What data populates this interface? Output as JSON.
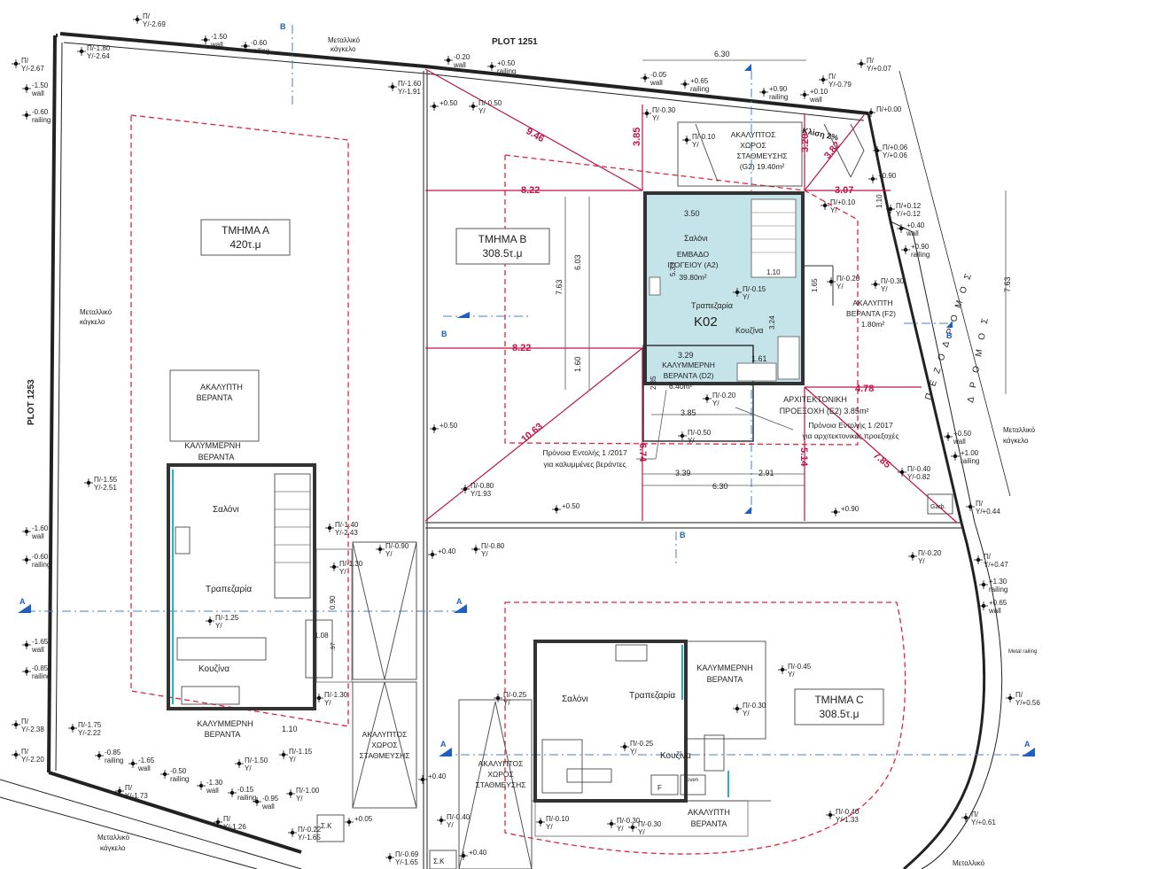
{
  "plots": {
    "north": "PLOT 1251",
    "west": "PLOT 1253"
  },
  "fence": {
    "label_top_line1": "Μεταλλικό",
    "label_top_line2": "κάγκελο",
    "label_left_line1": "Μεταλλικό",
    "label_left_line2": "κάγκελο",
    "label_bottom_line1": "Μεταλλικό",
    "label_bottom_line2": "κάγκελο",
    "label_right_line1": "Μεταλλικό",
    "label_right_line2": "κάγκελο",
    "label_bottom_right": "Μεταλλικό",
    "metal_railing": "Metal railing"
  },
  "street": "Π Ε Ζ Ο Δ Ρ Ο Μ Ο Σ",
  "road": "Δ Ρ Ο Μ Ο Σ",
  "section_marker": {
    "A": "A",
    "B": "B"
  },
  "sections": {
    "a": {
      "name": "ΤΜΗΜΑ Α",
      "area": "420τ.μ"
    },
    "b": {
      "name": "ΤΜΗΜΑ Β",
      "area": "308.5τ.μ"
    },
    "c": {
      "name": "ΤΜΗΜΑ C",
      "area": "308.5τ.μ"
    }
  },
  "k02": {
    "code": "K02",
    "area_l1": "ΕΜΒΑΔΟ",
    "area_l2": "ΙΣΟΓΕΙΟΥ (A2)",
    "area_l3": "39.80m²",
    "salon": "Σαλόνι",
    "dining": "Τραπεζαρία",
    "kitchen": "Κουζίνα",
    "dim_350": "3.50",
    "dim_533": "5.33",
    "dim_110": "1.10",
    "dim_324": "3.24",
    "dim_161": "1.61"
  },
  "rooms": {
    "a_salon": "Σαλόνι",
    "a_dining": "Τραπεζαρία",
    "a_kitchen": "Κουζίνα",
    "c_salon": "Σαλόνι",
    "c_dining": "Τραπεζαρία",
    "c_kitchen": "Κουζίνα",
    "oven": "oven",
    "f": "F"
  },
  "verandas": {
    "open_a_l1": "ΑΚΑΛΥΠΤΗ",
    "open_a_l2": "ΒΕΡΑΝΤΑ",
    "covered_a_l1": "ΚΑΛΥΜΜΕΡΝΗ",
    "covered_a_l2": "ΒΕΡΑΝΤΑ",
    "covered_a2_l1": "ΚΑΛΥΜΜΕΡΝΗ",
    "covered_a2_l2": "ΒΕΡΑΝΤΑ",
    "covered_b_l1": "ΚΑΛΥΜΜΕΡΝΗ",
    "covered_b_l2": "ΒΕΡΑΝΤΑ (D2)",
    "covered_b_l3": "6.40m²",
    "open_b_l1": "ΑΚΑΛΥΠΤΗ",
    "open_b_l2": "ΒΕΡΑΝΤΑ (F2)",
    "open_b_l3": "1.80m²",
    "covered_c_l1": "ΚΑΛΥΜΜΕΡΝΗ",
    "covered_c_l2": "ΒΕΡΑΝΤΑ",
    "open_c_l1": "ΑΚΑΛΥΠΤΗ",
    "open_c_l2": "ΒΕΡΑΝΤΑ"
  },
  "parking": {
    "b_l1": "ΑΚΑΛΥΠΤΟΣ",
    "b_l2": "ΧΩΡΟΣ",
    "b_l3": "ΣΤΑΘΜΕΥΣΗΣ",
    "b_l4": "(G2) 19.40m²",
    "a_l1": "ΑΚΑΛΥΠΤΟΣ",
    "a_l2": "ΧΩΡΟΣ",
    "a_l3": "ΣΤΑΘΜΕΥΣΗΣ",
    "c_l1": "ΑΚΑΛΥΠΤΟΣ",
    "c_l2": "ΧΩΡΟΣ",
    "c_l3": "ΣΤΑΘΜΕΥΣΗΣ"
  },
  "projection": {
    "l1": "ΑΡΧΙΤΕΚΤΟΝΙΚΗ",
    "l2": "ΠΡΟΕΞΟΧΗ  (E2) 3.85m²"
  },
  "notes": {
    "prov_arch_l1": "Πρόνοια Εντολής 1 /2017",
    "prov_arch_l2": "για αρχιτεκτονικές προεξοχές",
    "prov_ver_l1": "Πρόνοια Εντολής 1 /2017",
    "prov_ver_l2": "για καλυμμένες βεράντες"
  },
  "slope": "Κλίση 2%",
  "garbage": "Garb.",
  "sk": "Σ.Κ",
  "dims_red": {
    "d946": "9.46",
    "d385": "3.85",
    "d320": "3.20",
    "d382": "3.82",
    "d307": "3.07",
    "d822a": "8.22",
    "d822b": "8.22",
    "d1063": "10.63",
    "d674": "6.74",
    "d514": "5.14",
    "d478": "4.78",
    "d785": "7.85"
  },
  "dims_gray": {
    "d630a": "6.30",
    "d763a": "7.63",
    "d603": "6.03",
    "d160": "1.60",
    "d329": "3.29",
    "d285": "2.85",
    "d385b": "3.85",
    "d339": "3.39",
    "d291": "2.91",
    "d630b": "6.30",
    "d763b": "7.63",
    "d110": "1.10",
    "d165": "1.65",
    "d110b": "1.10"
  },
  "levels": [
    {
      "t": "Π/",
      "t2": "Υ/-2.69"
    },
    {
      "t": "-1.50",
      "t2": "wall"
    },
    {
      "t": "-0.60",
      "t2": "railing"
    },
    {
      "t": "Π/",
      "t2": "Υ/-2.67"
    },
    {
      "t": "Π/-1.80",
      "t2": "Υ/-2.64"
    },
    {
      "t": "-1.50",
      "t2": "wall"
    },
    {
      "t": "-0.60",
      "t2": "railing"
    },
    {
      "t": "-0.20",
      "t2": "wall"
    },
    {
      "t": "+0.50",
      "t2": "railing"
    },
    {
      "t": "Π/-1.60",
      "t2": "Υ/-1.91"
    },
    {
      "t": "+0.50",
      "t2": ""
    },
    {
      "t": "Π/-0.50",
      "t2": "Υ/"
    },
    {
      "t": "-0.05",
      "t2": "wall"
    },
    {
      "t": "+0.65",
      "t2": "railing"
    },
    {
      "t": "+0.90",
      "t2": "railing"
    },
    {
      "t": "+0.10",
      "t2": "wall"
    },
    {
      "t": "Π/",
      "t2": "Υ/-0.79"
    },
    {
      "t": "Π/",
      "t2": "Υ/+0.07"
    },
    {
      "t": "Π/-0.30",
      "t2": "Υ/"
    },
    {
      "t": "Π/-0.10",
      "t2": "Υ/"
    },
    {
      "t": "Π/+0.00",
      "t2": ""
    },
    {
      "t": "Π/+0.06",
      "t2": "Υ/+0.06"
    },
    {
      "t": "+0.90",
      "t2": ""
    },
    {
      "t": "Π/+0.10",
      "t2": "Υ/"
    },
    {
      "t": "Π/+0.12",
      "t2": "Υ/+0.12"
    },
    {
      "t": "+0.40",
      "t2": "wall"
    },
    {
      "t": "+0.90",
      "t2": "railing"
    },
    {
      "t": "Π/-0.20",
      "t2": "Υ/"
    },
    {
      "t": "Π/-0.30",
      "t2": "Υ/"
    },
    {
      "t": "Π/-0.15",
      "t2": "Υ/"
    },
    {
      "t": "Π/-0.20",
      "t2": "Υ/"
    },
    {
      "t": "Π/-0.50",
      "t2": "Υ/"
    },
    {
      "t": "+0.50",
      "t2": ""
    },
    {
      "t": "Π/-1.55",
      "t2": "Υ/-2.51"
    },
    {
      "t": "Π/-0.80",
      "t2": "Υ/1.93"
    },
    {
      "t": "+0.50",
      "t2": ""
    },
    {
      "t": "+0.90",
      "t2": ""
    },
    {
      "t": "+0.50",
      "t2": "wall"
    },
    {
      "t": "+1.00",
      "t2": "railing"
    },
    {
      "t": "Π/-0.40",
      "t2": "Υ/-0.82"
    },
    {
      "t": "Π/",
      "t2": "Υ/+0.44"
    },
    {
      "t": "-1.60",
      "t2": "wall"
    },
    {
      "t": "-0.60",
      "t2": "railing"
    },
    {
      "t": "Π/-1.40",
      "t2": "Υ/-2.43"
    },
    {
      "t": "Π/-1.30",
      "t2": "Υ/"
    },
    {
      "t": "Π/-0.90",
      "t2": "Υ/"
    },
    {
      "t": "+0.40",
      "t2": ""
    },
    {
      "t": "Π/-0.80",
      "t2": "Υ/"
    },
    {
      "t": "Π/-0.20",
      "t2": "Υ/"
    },
    {
      "t": "Π/",
      "t2": "Υ/+0.47"
    },
    {
      "t": "+1.30",
      "t2": "railing"
    },
    {
      "t": "+0.65",
      "t2": "wall"
    },
    {
      "t": "Π/-1.25",
      "t2": "Υ/"
    },
    {
      "t": "-1.65",
      "t2": "wall"
    },
    {
      "t": "-0.85",
      "t2": "railing"
    },
    {
      "t": "Π/-0.45",
      "t2": "Υ/"
    },
    {
      "t": "Π/-0.30",
      "t2": "Υ/"
    },
    {
      "t": "Π/-1.30",
      "t2": "Υ/"
    },
    {
      "t": "Π/-0.25",
      "t2": "Υ/"
    },
    {
      "t": "Π/-0.25",
      "t2": "Υ/"
    },
    {
      "t": "Π/",
      "t2": "Υ/+0.56"
    },
    {
      "t": "Π/",
      "t2": "Υ/-2.38"
    },
    {
      "t": "Π/-1.75",
      "t2": "Υ/-2.22"
    },
    {
      "t": "Π/",
      "t2": "Υ/-2.20"
    },
    {
      "t": "-0.85",
      "t2": "railing"
    },
    {
      "t": "-1.65",
      "t2": "wall"
    },
    {
      "t": "Π/",
      "t2": "Υ/-1.73"
    },
    {
      "t": "-0.50",
      "t2": "railing"
    },
    {
      "t": "-1.30",
      "t2": "wall"
    },
    {
      "t": "Π/-1.50",
      "t2": "Υ/"
    },
    {
      "t": "Π/-1.15",
      "t2": "Υ/"
    },
    {
      "t": "Π/-1.00",
      "t2": "Υ/"
    },
    {
      "t": "-0.15",
      "t2": "railing"
    },
    {
      "t": "-0.95",
      "t2": "wall"
    },
    {
      "t": "Π/",
      "t2": "Υ/-1.26"
    },
    {
      "t": "+0.40",
      "t2": ""
    },
    {
      "t": "Π/-0.40",
      "t2": "Υ/"
    },
    {
      "t": "+0.05",
      "t2": ""
    },
    {
      "t": "Π/-0.22",
      "t2": "Υ/-1.65"
    },
    {
      "t": "Π/-0.69",
      "t2": "Υ/-1.65"
    },
    {
      "t": "+0.40",
      "t2": ""
    },
    {
      "t": "Π/-0.10",
      "t2": "Υ/"
    },
    {
      "t": "Π/-0.30",
      "t2": "Υ/"
    },
    {
      "t": "Π/-0.40",
      "t2": "Υ/-1.33"
    },
    {
      "t": "Π/",
      "t2": "Υ/+0.61"
    },
    {
      "t": "Π/-0.30",
      "t2": "Υ/"
    }
  ],
  "misc": {
    "dim_090": "0.90",
    "dim_108": "1.08",
    "dim_097": ".97"
  }
}
